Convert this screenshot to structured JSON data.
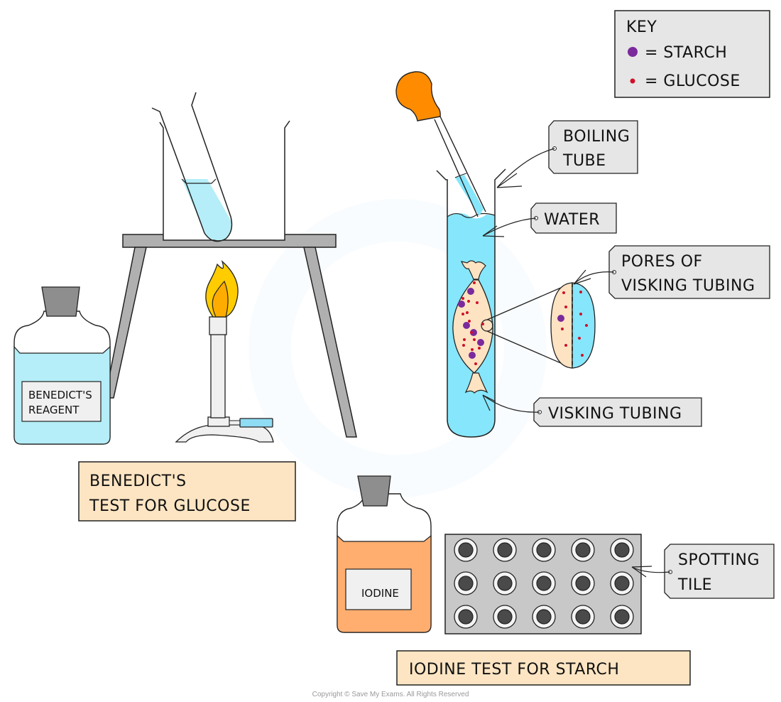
{
  "key": {
    "title": "KEY",
    "items": [
      {
        "label": "= STARCH",
        "color": "#7b2a9c"
      },
      {
        "label": "= GLUCOSE",
        "color": "#d0102a"
      }
    ]
  },
  "labels": {
    "boiling_tube": [
      "BOILING",
      "TUBE"
    ],
    "water": "WATER",
    "pores": [
      "PORES  OF",
      "VISKING TUBING"
    ],
    "visking_tubing": "VISKING TUBING",
    "spotting_tile": [
      "SPOTTING",
      "TILE"
    ],
    "benedicts_reagent": [
      "BENEDICT'S",
      "REAGENT"
    ],
    "iodine": "IODINE"
  },
  "captions": {
    "benedicts_test": [
      "BENEDICT'S",
      "TEST  FOR  GLUCOSE"
    ],
    "iodine_test": "IODINE  TEST   FOR   STARCH"
  },
  "spotting_tile": {
    "rows": 3,
    "cols": 5
  },
  "colors": {
    "water": "#86e6fb",
    "benedicts": "#b5eef8",
    "iodine": "#ffae70",
    "visking": "#fde3c2",
    "caption_bg": "#fde5c3",
    "label_bg": "#e6e6e6",
    "tripod": "#b0b0b0",
    "pipette_bulb": "#ff8c00",
    "flame_outer": "#ffcc00",
    "flame_inner": "#ffac00"
  },
  "copyright": "Copyright © Save My Exams. All Rights Reserved"
}
